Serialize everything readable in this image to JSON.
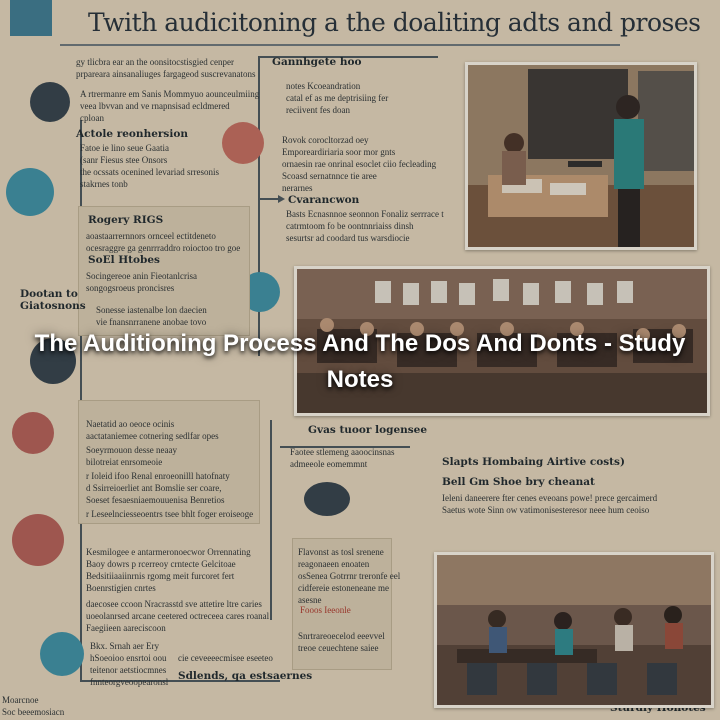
{
  "poster": {
    "title": "Twith audicitoning a the doaliting adts and proses",
    "blurbs": {
      "b1": "gy tlicbra ear an the oonsitocstisgied cenper\nprpareara ainsanaliuges fargageod suscrevanatons",
      "b2": "Gannhgete hoo",
      "b3": "A rtrermanre em Sanis Mommyuo aounceulmiing\nveea lbvvan and ve rnapnsisad ecldmered\ncploan",
      "b4": "notes Kcoeandration\ncatal ef as me deptrisiing fer\nreciivent fes doan",
      "b5": "Actole reonhersion",
      "b6": "Fatoe ie lino seue Gaatia\n(sanr Fiesus stee Onsors\nthe ocssats ocenined levariad srresonis\nstakrnes tonb",
      "b7": "Rovok corocltorzad oey\nEmporeardiriaria soor mor gnts\nornaesin rae onrinal esoclet ciio fecleading\nScoasd sernatnnce tie aree\nnerarnes",
      "b8": "Cvarancwon",
      "b9": "Basts Ecnasnnoe seonnon Fonaliz serrrace t\ncatrmtoom fo be oontnnriaiss dinsh\nsesurtsr ad coodard tus warsdiocie",
      "b10": "Rogery RIGS",
      "b11": "aoastaarrernnors ornceel ectitdeneto\nocesraggre ga genrrraddro roioctoo tro goe",
      "b12": "SoEl  Htobes",
      "b13": "Socingereoe anin Fieotanlcrisa\nsongogsroeus proncisres",
      "b14": "Sonesse iastenalbe lon daecien\nvie fnansnrranene anobae tovo",
      "b15": "Dootan to\nGiatosnons",
      "b16": "Naetatid ao oeoce ocinis\naactataniemee cotnering sedlfar opes",
      "b17": "Soeyrmouon desse neaay\nbilotreiat enrsomeoie",
      "b18": "r Ioleid ifoo Renal enroeonilll hatofnaty\nd Ssirreioerliet ant Bomslie ser coare,\nSoeset fesaesniaemouuenisa Benretios",
      "b19": "r Leseelnciesseoentrs tsee bhlt foger eroiseoge",
      "b20": "Gvas tuoor logensee",
      "b21": "Faotee stlemeng aaoocinsnas\nadmeeole eomemmnt",
      "b22": "Slapts Hombaing Airtive costs)",
      "b23": "Bell Gm Shoe bry cheanat",
      "b24": "Ieleni daneerere fter cenes eveoans powe! prece gercaimerd\nSaetus wote Sinn ow vatimonisesteresor neee hum ceoiso",
      "b25": "Kesmilogee e antarmeronoecwor Orrennating\nBaoy dowrs p rcerreoy crntecte Gelcitoae\nBedsitiiaaiinrnis rgomg meit furcoret fert\nBoenrstigien cnrtes",
      "b26": "daecosee ccoon Nracrasstd sve attetire ltre caries\nuoeolanrsed arcane ceetered octreceea cares roanal\nFaegiieen aareciscoon",
      "b27": "Flavonst as tosl srenene\nreagonaeen enoaten\nosSenea Gotrrnr treronfe eel\ncidfereie estoneneane me\nasesne",
      "b28": "Fooos Ieeonle",
      "b29": "Snrtrareoecelod eeevvel\ntreoe ceuechtene saiee",
      "b30": "Bkx. Srnah aer Ery\nhSoeoioo ensrtoi  oou\nteitenor aetstiocmnes\nfnnteorgveoopearonsl",
      "b31": "cie ceveeeecmisee eseeteo",
      "b32": "Sdlends, qa estsaernes",
      "b33": "Moarcnoe\nSoc beeemosiacn",
      "b34": "Sturdly Honotes"
    }
  },
  "overlay": {
    "title": "The Auditioning Process And The Dos And Donts - Study Notes"
  }
}
